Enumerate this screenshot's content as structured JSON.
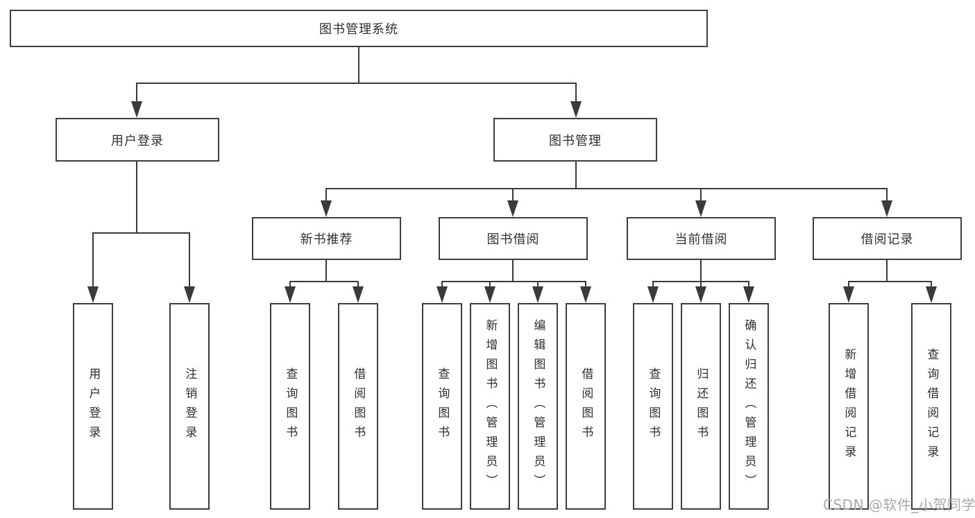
{
  "diagram": {
    "type": "hierarchy",
    "tree": {
      "label": "图书管理系统",
      "children": [
        {
          "label": "用户登录",
          "children": [
            {
              "label": "用户登录"
            },
            {
              "label": "注销登录"
            }
          ]
        },
        {
          "label": "图书管理",
          "children": [
            {
              "label": "新书推荐",
              "children": [
                {
                  "label": "查询图书"
                },
                {
                  "label": "借阅图书"
                }
              ]
            },
            {
              "label": "图书借阅",
              "children": [
                {
                  "label": "查询图书"
                },
                {
                  "label": "新增图书（管理员）"
                },
                {
                  "label": "编辑图书（管理员）"
                },
                {
                  "label": "借阅图书"
                }
              ]
            },
            {
              "label": "当前借阅",
              "children": [
                {
                  "label": "查询图书"
                },
                {
                  "label": "归还图书"
                },
                {
                  "label": "确认归还（管理员）"
                }
              ]
            },
            {
              "label": "借阅记录",
              "children": [
                {
                  "label": "新增借阅记录"
                },
                {
                  "label": "查询借阅记录"
                }
              ]
            }
          ]
        }
      ]
    }
  },
  "watermark": {
    "text": "CSDN @软件_小贺同学"
  },
  "colors": {
    "line": "#3a3a3a",
    "box_border": "#3d3d3d",
    "text": "#2f2f2f",
    "watermark": "#a9a9a9",
    "background": "#ffffff"
  }
}
